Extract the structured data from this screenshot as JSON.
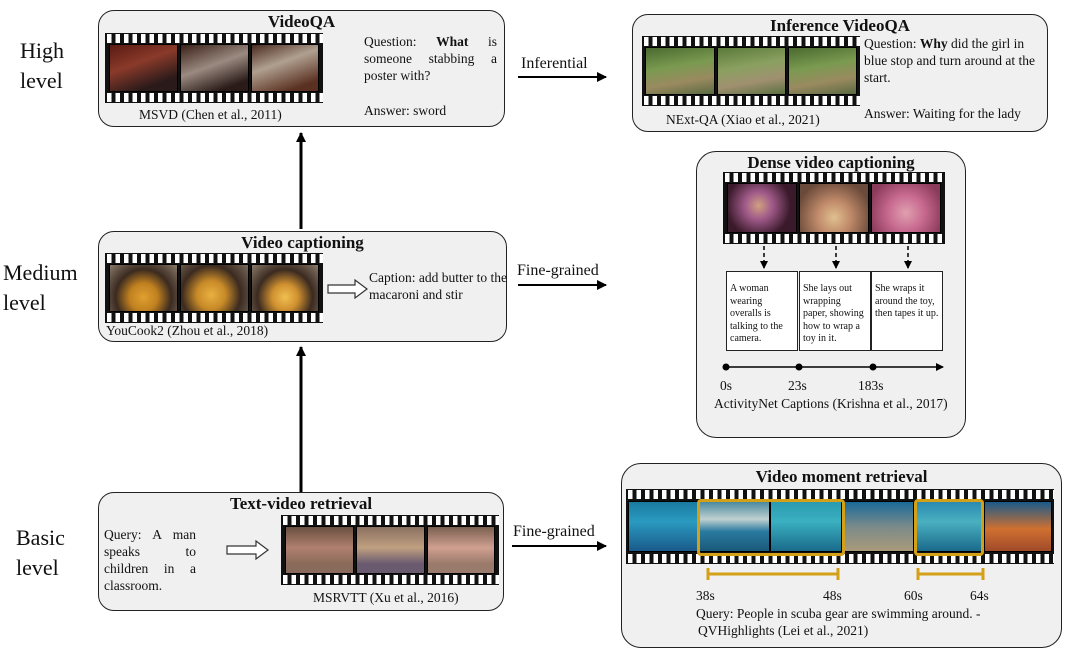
{
  "levels": {
    "high": "High\nlevel",
    "medium": "Medium\nlevel",
    "basic": "Basic\nlevel"
  },
  "edges": {
    "inferential": "Inferential",
    "fine_grained_mid": "Fine-grained",
    "fine_grained_basic": "Fine-grained"
  },
  "videoqa": {
    "title": "VideoQA",
    "question_prefix": "Question: ",
    "question_bold": "What",
    "question_rest": " is someone stabbing a poster with?",
    "answer": "Answer: sword",
    "source": "MSVD (Chen et al., 2011)"
  },
  "inference_videoqa": {
    "title": "Inference VideoQA",
    "question_prefix": "Question: ",
    "question_bold": "Why",
    "question_rest": " did the girl in blue stop and turn around at the start.",
    "answer": "Answer: Waiting for the lady",
    "source": "NExt-QA (Xiao et al., 2021)"
  },
  "video_captioning": {
    "title": "Video captioning",
    "caption": "Caption: add butter to the macaroni and stir",
    "source": "YouCook2 (Zhou et al., 2018)"
  },
  "dense_captioning": {
    "title": "Dense video captioning",
    "segments": [
      "A woman wearing overalls is talking to the camera.",
      "She lays out wrapping paper, showing how to wrap a toy in it.",
      "She wraps it around the toy, then tapes it up."
    ],
    "timeline": [
      "0s",
      "23s",
      "183s"
    ],
    "source": "ActivityNet Captions (Krishna et al., 2017)"
  },
  "text_video_retrieval": {
    "title": "Text-video retrieval",
    "query": "Query: A man speaks to children in a classroom.",
    "source": "MSRVTT (Xu et al., 2016)"
  },
  "moment_retrieval": {
    "title": "Video moment retrieval",
    "spans": [
      {
        "start": "38s",
        "end": "48s"
      },
      {
        "start": "60s",
        "end": "64s"
      }
    ],
    "query": "Query: People in scuba gear are swimming around. -",
    "source": "QVHighlights (Lei et al., 2021)"
  },
  "colors": {
    "panel_bg": "#f0f0f0",
    "highlight": "#d4a017",
    "border": "#222222"
  }
}
